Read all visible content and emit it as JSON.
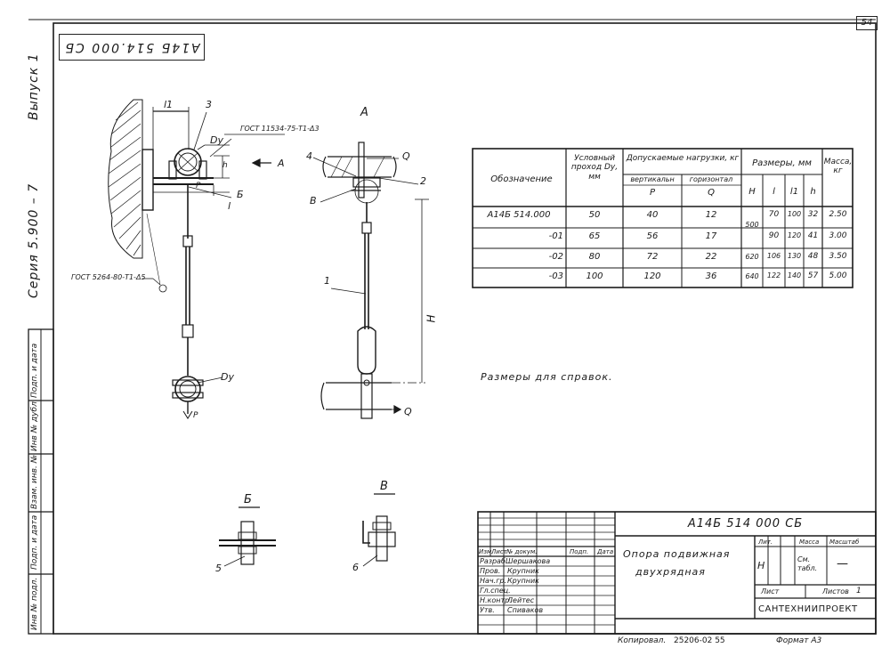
{
  "sheet": {
    "page_number": "54",
    "top_stamp": "А14Б 514.000 СБ",
    "side_series": "Серия  5.900 – 7",
    "side_issue": "Выпуск 1",
    "side_cells": [
      "Инв № подл.",
      "Подп. и дата",
      "Взам. инв. №",
      "Инв № дубл.",
      "Подп. и дата"
    ],
    "note": "Размеры для справок.",
    "copied": "Копировал.",
    "copied_code": "25206-02  55",
    "format": "Формат А3"
  },
  "drawing": {
    "view_a_title": "А",
    "view_b_title": "Б",
    "view_v_title": "В",
    "labels": {
      "l1": "l1",
      "n3": "3",
      "dy_top": "Dу",
      "gost_top": "ГОСТ 11534-75-Т1-Δ3",
      "arrow_a": "А",
      "h": "h",
      "p_top": "P",
      "n6": "Б",
      "l": "l",
      "gost_bottom": "ГОСТ 5264-80-Т1-Δ5",
      "dy_bottom": "Dу",
      "p_bottom": "P",
      "n4": "4",
      "q_top": "Q",
      "n2": "2",
      "n8": "В",
      "n1": "1",
      "H": "H",
      "q_bottom": "Q",
      "n5": "5",
      "n6b": "6"
    }
  },
  "spec_table": {
    "headers": {
      "designation": "Обозначение",
      "nominal": "Условный проход Dу, мм",
      "loads": "Допускаемые нагрузки, кг",
      "vertical": "вертикальн",
      "horizontal": "горизонтал",
      "p": "P",
      "q": "Q",
      "dims": "Размеры, мм",
      "H": "H",
      "l": "l",
      "l1": "l1",
      "h": "h",
      "mass": "Масса, кг"
    },
    "rows": [
      {
        "designation": "А14Б 514.000",
        "dy": "50",
        "p": "40",
        "q": "12",
        "H": "500",
        "l": "70",
        "l1": "100",
        "h": "32",
        "mass": "2.50"
      },
      {
        "designation": "-01",
        "dy": "65",
        "p": "56",
        "q": "17",
        "H": "",
        "l": "90",
        "l1": "120",
        "h": "41",
        "mass": "3.00"
      },
      {
        "designation": "-02",
        "dy": "80",
        "p": "72",
        "q": "22",
        "H": "620",
        "l": "106",
        "l1": "130",
        "h": "48",
        "mass": "3.50"
      },
      {
        "designation": "-03",
        "dy": "100",
        "p": "120",
        "q": "36",
        "H": "640",
        "l": "122",
        "l1": "140",
        "h": "57",
        "mass": "5.00"
      }
    ]
  },
  "title_block": {
    "code": "А14Б 514 000 СБ",
    "name_line1": "Опора подвижная",
    "name_line2": "двухрядная",
    "header_cells": [
      "Изм.",
      "Лист",
      "№ докум.",
      "Подп.",
      "Дата"
    ],
    "roles": [
      "Разраб.",
      "Пров.",
      "Нач.гр.",
      "Гл.спец.",
      "Н.контр.",
      "Утв."
    ],
    "names": [
      "Шершакова",
      "Крупник",
      "Крупник",
      "",
      "Лейтес",
      "Спиваков"
    ],
    "lit_label": "Лит.",
    "mass_label": "Масса",
    "scale_label": "Масштаб",
    "lit_value": "Н",
    "mass_value": "См. табл.",
    "scale_value": "—",
    "sheet_label": "Лист",
    "sheets_label": "Листов",
    "sheets_value": "1",
    "org": "САНТЕХНИИПРОЕКТ"
  }
}
